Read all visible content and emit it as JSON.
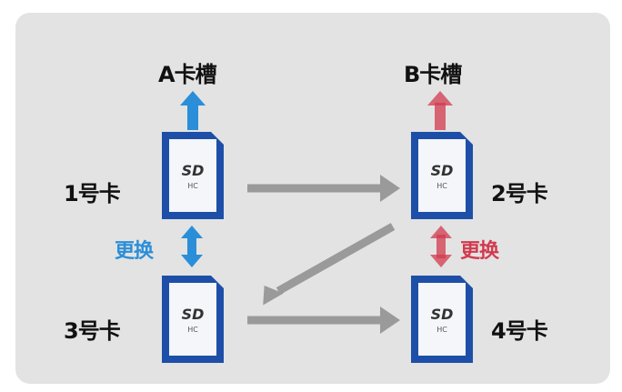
{
  "targets": {
    "a": "A卡槽",
    "b": "B卡槽"
  },
  "cards": {
    "card1": "1号卡",
    "card2": "2号卡",
    "card3": "3号卡",
    "card4": "4号卡"
  },
  "swap": {
    "left": "更换",
    "right": "更换"
  },
  "card_face": {
    "logo": "SD",
    "sub": "HC"
  },
  "colors": {
    "background_panel": "#e3e3e3",
    "card_blue": "#1e4fa8",
    "flow_arrow_gray": "#9a9a9a",
    "blue_arrow": "#2b8ed8",
    "red_arrow": "#d23a4e"
  }
}
